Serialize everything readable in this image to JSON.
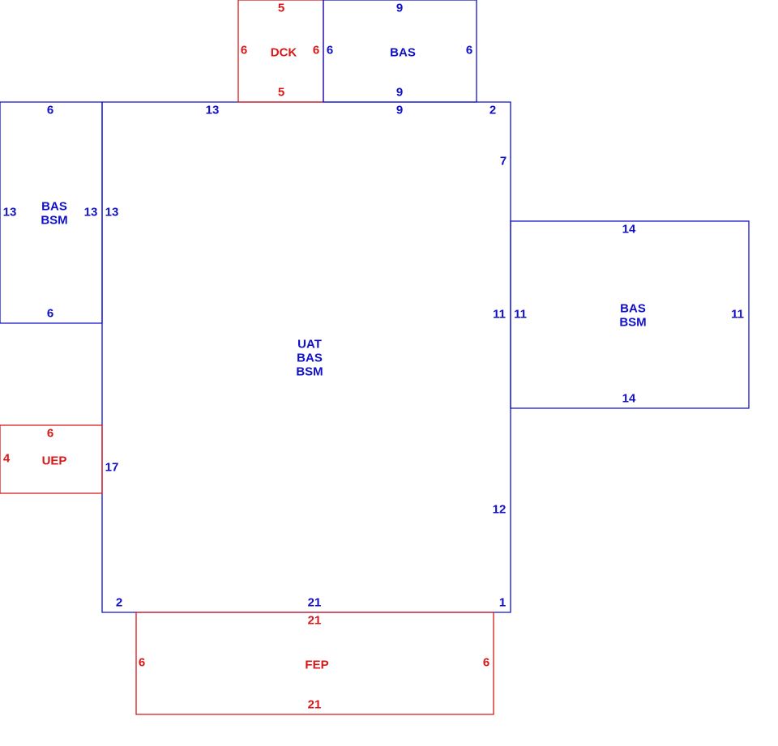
{
  "colors": {
    "blue": "#1010c8",
    "red": "#d81818"
  },
  "dck": {
    "label": "DCK",
    "top": "5",
    "bottom": "5",
    "left": "6",
    "right": "6"
  },
  "bas_top": {
    "label": "BAS",
    "top": "9",
    "bottom": "9",
    "left": "6",
    "right": "6"
  },
  "bas_left": {
    "line1": "BAS",
    "line2": "BSM",
    "top": "6",
    "bottom": "6",
    "left": "13",
    "right": "13"
  },
  "main": {
    "line1": "UAT",
    "line2": "BAS",
    "line3": "BSM",
    "top_left": "13",
    "top_right": "9",
    "top_corner": "2",
    "right_upper": "7",
    "left_upper": "13",
    "right_mid": "11",
    "left_lower": "17",
    "right_lower": "12",
    "bottom_left": "2",
    "bottom": "21",
    "bottom_right": "1"
  },
  "bas_right": {
    "line1": "BAS",
    "line2": "BSM",
    "top": "14",
    "bottom": "14",
    "left": "11",
    "right": "11"
  },
  "uep": {
    "label": "UEP",
    "top": "6",
    "left": "4"
  },
  "fep": {
    "label": "FEP",
    "top": "21",
    "bottom": "21",
    "left": "6",
    "right": "6"
  }
}
